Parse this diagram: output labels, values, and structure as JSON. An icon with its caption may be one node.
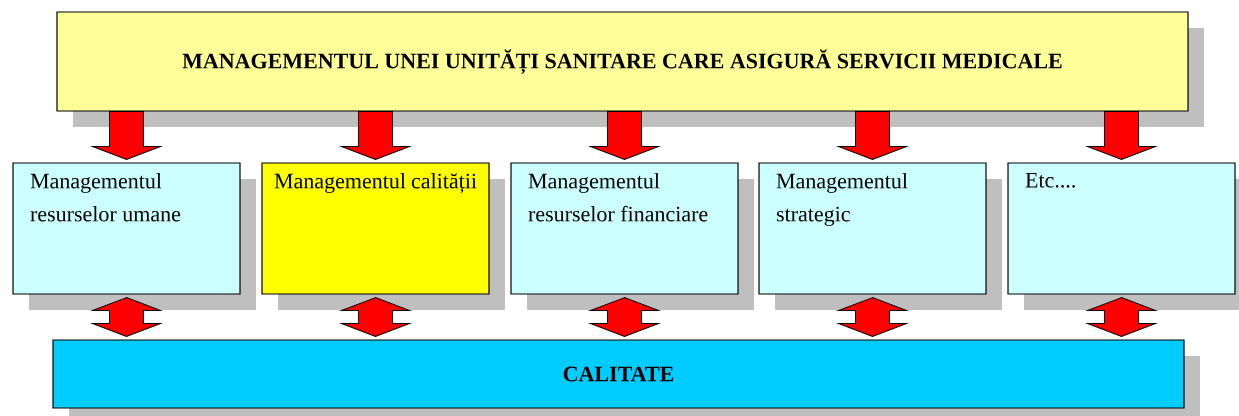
{
  "diagram": {
    "nodes": [
      {
        "text": [
          "MANAGEMENTUL UNEI UNITĂȚI SANITARE CARE ASIGURĂ SERVICII MEDICALE"
        ]
      },
      {
        "text": [
          "Managementul resurselor umane"
        ]
      },
      {
        "text": [
          "Managementul calității"
        ]
      },
      {
        "text": [
          "Managementul resurselor financiare"
        ]
      },
      {
        "text": [
          "Managementul strategic"
        ]
      },
      {
        "text": [
          "Etc...."
        ]
      },
      {
        "text": [
          "CALITATE"
        ]
      }
    ],
    "edges": [
      {
        "from": 0,
        "to": 1,
        "arrow": "to"
      },
      {
        "from": 0,
        "to": 2,
        "arrow": "to"
      },
      {
        "from": 0,
        "to": 3,
        "arrow": "to"
      },
      {
        "from": 0,
        "to": 4,
        "arrow": "to"
      },
      {
        "from": 0,
        "to": 5,
        "arrow": "to"
      },
      {
        "from": 1,
        "to": 6,
        "arrow": "both"
      },
      {
        "from": 2,
        "to": 6,
        "arrow": "both"
      },
      {
        "from": 3,
        "to": 6,
        "arrow": "both"
      },
      {
        "from": 4,
        "to": 6,
        "arrow": "both"
      },
      {
        "from": 5,
        "to": 6,
        "arrow": "both"
      }
    ]
  }
}
